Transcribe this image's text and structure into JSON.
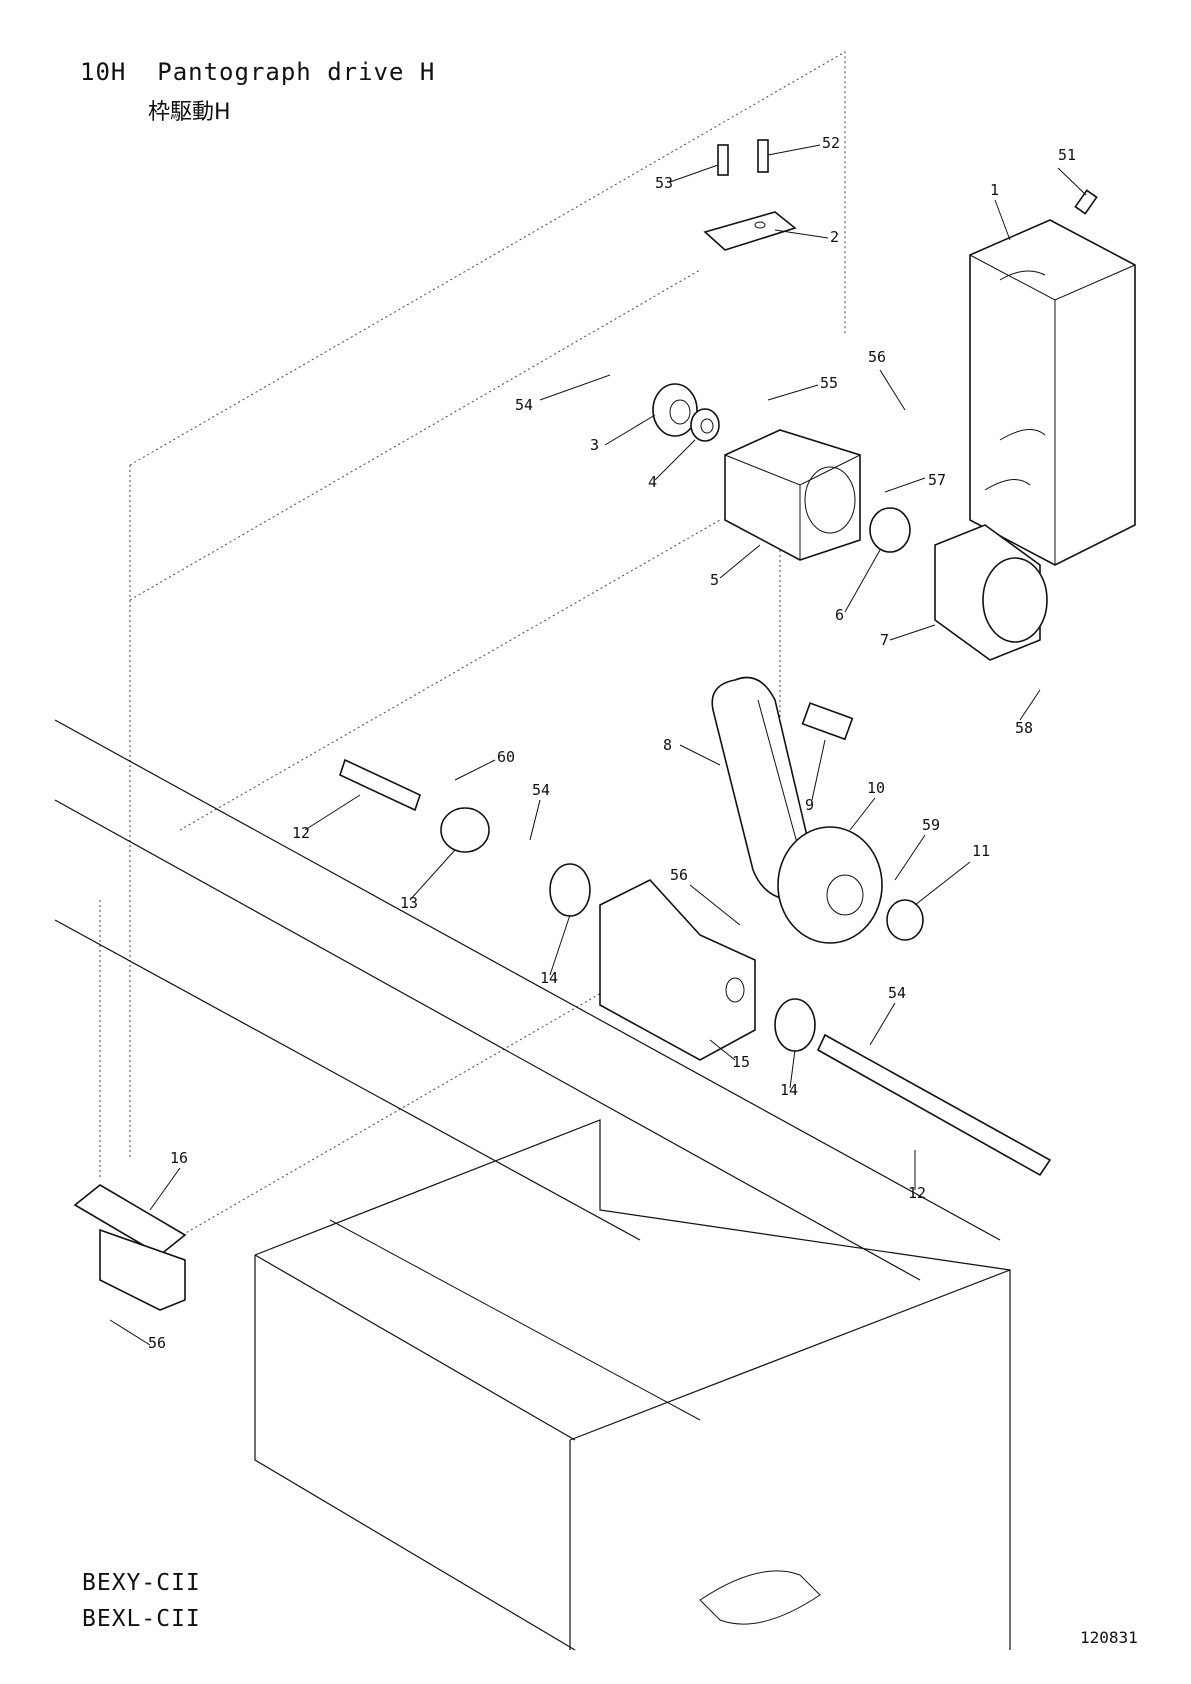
{
  "header": {
    "title": "10H  Pantograph drive H",
    "subtitle": "枠駆動H"
  },
  "models": [
    "BEXY-CII",
    "BEXL-CII"
  ],
  "doc_number": "120831",
  "callouts": [
    "51",
    "52",
    "53",
    "2",
    "1",
    "56",
    "55",
    "54",
    "3",
    "4",
    "57",
    "5",
    "6",
    "7",
    "8",
    "9",
    "10",
    "11",
    "58",
    "59",
    "60",
    "54",
    "12",
    "13",
    "56",
    "14",
    "15",
    "54",
    "14",
    "12",
    "16",
    "56"
  ]
}
